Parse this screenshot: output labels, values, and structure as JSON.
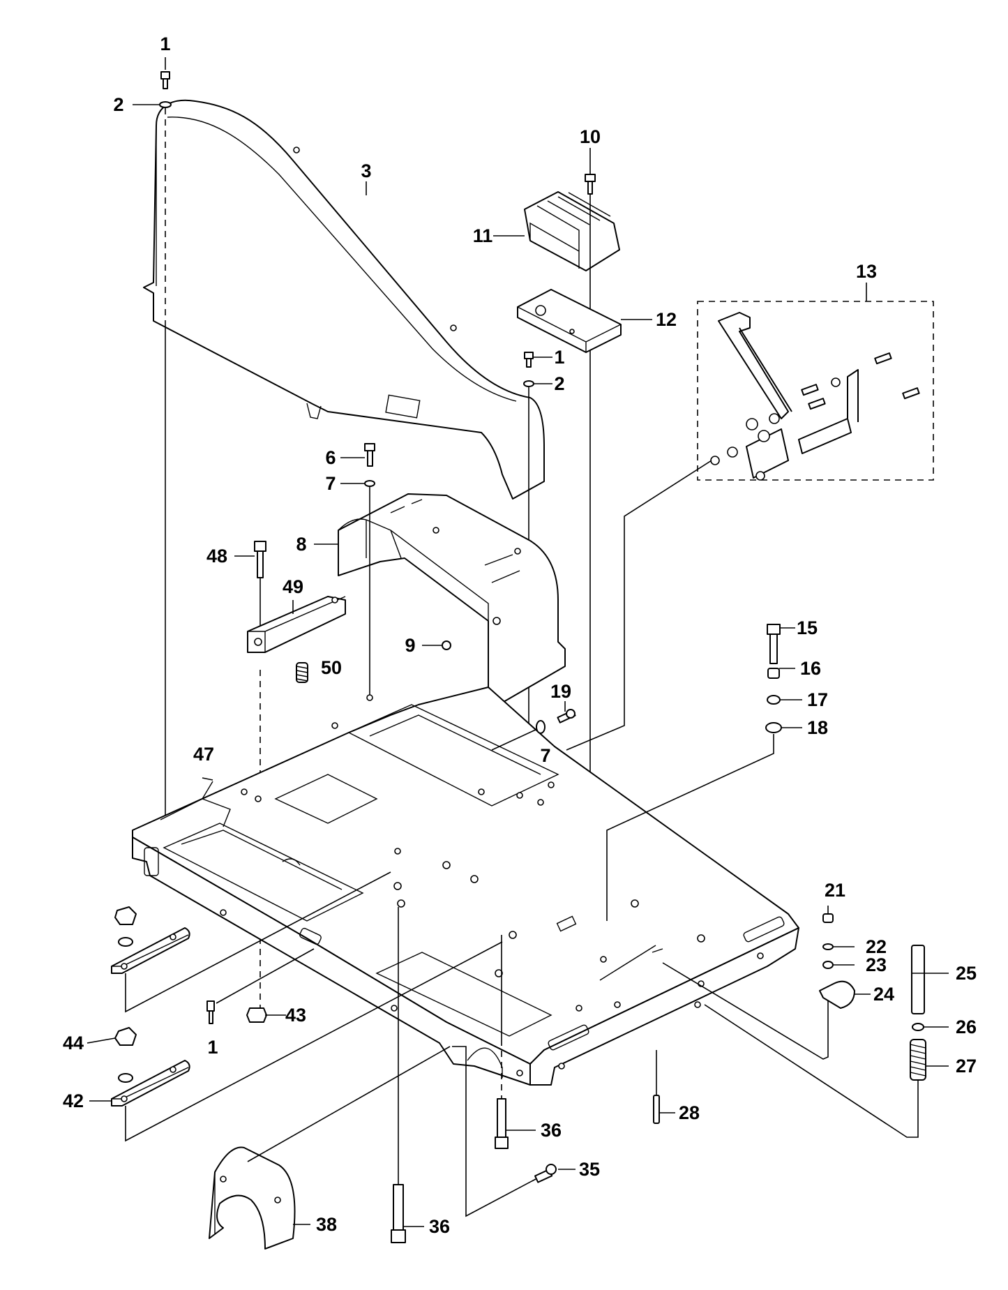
{
  "diagram": {
    "callouts": [
      {
        "id": "c1a",
        "label": "1"
      },
      {
        "id": "c2a",
        "label": "2"
      },
      {
        "id": "c3",
        "label": "3"
      },
      {
        "id": "c10",
        "label": "10"
      },
      {
        "id": "c11",
        "label": "11"
      },
      {
        "id": "c12",
        "label": "12"
      },
      {
        "id": "c1b",
        "label": "1"
      },
      {
        "id": "c2b",
        "label": "2"
      },
      {
        "id": "c13",
        "label": "13"
      },
      {
        "id": "c6",
        "label": "6"
      },
      {
        "id": "c7a",
        "label": "7"
      },
      {
        "id": "c8",
        "label": "8"
      },
      {
        "id": "c48",
        "label": "48"
      },
      {
        "id": "c49",
        "label": "49"
      },
      {
        "id": "c50",
        "label": "50"
      },
      {
        "id": "c9",
        "label": "9"
      },
      {
        "id": "c15",
        "label": "15"
      },
      {
        "id": "c16",
        "label": "16"
      },
      {
        "id": "c17",
        "label": "17"
      },
      {
        "id": "c18",
        "label": "18"
      },
      {
        "id": "c19",
        "label": "19"
      },
      {
        "id": "c7b",
        "label": "7"
      },
      {
        "id": "c47",
        "label": "47"
      },
      {
        "id": "c21",
        "label": "21"
      },
      {
        "id": "c22",
        "label": "22"
      },
      {
        "id": "c23",
        "label": "23"
      },
      {
        "id": "c24",
        "label": "24"
      },
      {
        "id": "c25",
        "label": "25"
      },
      {
        "id": "c26",
        "label": "26"
      },
      {
        "id": "c27",
        "label": "27"
      },
      {
        "id": "c43",
        "label": "43"
      },
      {
        "id": "c1c",
        "label": "1"
      },
      {
        "id": "c44",
        "label": "44"
      },
      {
        "id": "c42",
        "label": "42"
      },
      {
        "id": "c28",
        "label": "28"
      },
      {
        "id": "c36a",
        "label": "36"
      },
      {
        "id": "c35",
        "label": "35"
      },
      {
        "id": "c38",
        "label": "38"
      },
      {
        "id": "c36b",
        "label": "36"
      }
    ]
  }
}
